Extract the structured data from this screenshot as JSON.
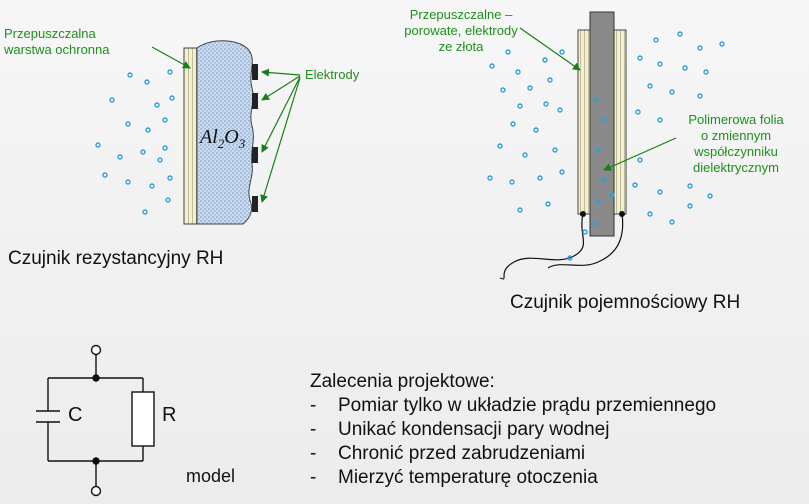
{
  "labels": {
    "protective_layer": "Przepuszczalna\nwarstwa ochronna",
    "electrodes": "Elektrody",
    "porous_electrodes": "Przepuszczalne –\nporowate, elektrody\nze złota",
    "polymer_foil": "Polimerowa folia\no zmiennym\nwspółczynniku\ndielektrycznym",
    "formula_main": "Al",
    "formula_sub1": "2",
    "formula_o": "O",
    "formula_sub2": "3"
  },
  "captions": {
    "resistive": "Czujnik rezystancyjny RH",
    "capacitive": "Czujnik pojemnościowy RH"
  },
  "circuit": {
    "capacitor": "C",
    "resistor": "R",
    "model": "model"
  },
  "recommendations": {
    "title": "Zalecenia projektowe:",
    "dash": "-",
    "items": [
      "Pomiar tylko w układzie prądu przemiennego",
      "Unikać kondensacji pary wodnej",
      "Chronić przed zabrudzeniami",
      "Mierzyć temperaturę otoczenia"
    ]
  },
  "colors": {
    "label_green": "#1e8f1e",
    "arrow_green": "#1a7f1a",
    "droplet_blue": "#2aa0e0",
    "dielectric_gray": "#8a8a8a"
  }
}
